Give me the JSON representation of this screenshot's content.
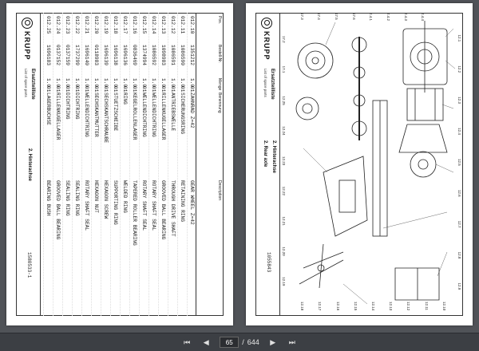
{
  "viewer": {
    "current_page": "65",
    "page_separator": "/",
    "total_pages": "644"
  },
  "left_sheet": {
    "header": {
      "pos_label": "Pos.",
      "part_label": "Bestell-Nr.",
      "qty_label": "Menge",
      "desc_label": "Benennung",
      "desc2_label": "Description"
    },
    "rows": [
      {
        "pos": "012.10",
        "part": "1351212",
        "qty": "1.0",
        "unit": "01",
        "desc": "ZAHNRAD Z=42",
        "desc2": "GEAR WHEEL Z=42"
      },
      {
        "pos": "012.11",
        "part": "1086590",
        "qty": "1.0",
        "unit": "01",
        "desc": "SICHERUNGSRING",
        "desc2": "RETAINING RING"
      },
      {
        "pos": "012.12",
        "part": "1086591",
        "qty": "1.0",
        "unit": "01",
        "desc": "ANTRIEBSWELLE",
        "desc2": "THROUGH DRIVE SHAFT"
      },
      {
        "pos": "012.13",
        "part": "1098983",
        "qty": "1.0",
        "unit": "01",
        "desc": "RILLENKUGELLAGER",
        "desc2": "GROOVED BALL BEARING"
      },
      {
        "pos": "012.14",
        "part": "1086592",
        "qty": "1.0",
        "unit": "01",
        "desc": "WELLENDICHTRING",
        "desc2": "ROTARY SHAFT SEAL"
      },
      {
        "pos": "012.15",
        "part": "1374994",
        "qty": "1.0",
        "unit": "01",
        "desc": "WELLENDICHTRING",
        "desc2": "ROTARY SHAFT SEAL"
      },
      {
        "pos": "012.16",
        "part": "0836469",
        "qty": "1.0",
        "unit": "01",
        "desc": "KEGELROLLENLAGER",
        "desc2": "TAPERED ROLLER BEARING"
      },
      {
        "pos": "012.17",
        "part": "1696136",
        "qty": "1.0",
        "unit": "01",
        "desc": "RING",
        "desc2": "WELDED RING"
      },
      {
        "pos": "012.18",
        "part": "1696138",
        "qty": "1.0",
        "unit": "01",
        "desc": "STUETZSCHEIBE",
        "desc2": "SUPPORTING RING"
      },
      {
        "pos": "012.19",
        "part": "1696139",
        "qty": "1.0",
        "unit": "01",
        "desc": "SECHSKANTSCHRAUBE",
        "desc2": "HEXAGON SCREW"
      },
      {
        "pos": "012.20",
        "part": "0118983",
        "qty": "1.0",
        "unit": "01",
        "desc": "SECHSKANTMUTTER",
        "desc2": "HEXAGON NUT"
      },
      {
        "pos": "012.21",
        "part": "1696140",
        "qty": "1.0",
        "unit": "01",
        "desc": "WELLENDICHTRING",
        "desc2": "ROTARY SHAFT SEAL"
      },
      {
        "pos": "012.22",
        "part": "1737299",
        "qty": "1.0",
        "unit": "01",
        "desc": "DICHTRING",
        "desc2": "SEALING RING"
      },
      {
        "pos": "012.23",
        "part": "0137159",
        "qty": "1.0",
        "unit": "01",
        "desc": "DICHTRING",
        "desc2": "SEALING RING"
      },
      {
        "pos": "012.24",
        "part": "0137152",
        "qty": "1.0",
        "unit": "01",
        "desc": "RILLENKUGELLAGER",
        "desc2": "GROOVED BALL BEARING"
      },
      {
        "pos": "012.25",
        "part": "1696183",
        "qty": "1.0",
        "unit": "01",
        "desc": "LAGERBUCHSE",
        "desc2": "BEARING BUSH"
      }
    ],
    "footer": {
      "logo_text": "KRUPP",
      "title": "Ersatzteilliste",
      "subtitle": "List of spare parts",
      "group": "2. Hinterachse",
      "code": "1580533-1"
    }
  },
  "right_sheet": {
    "callouts": [
      "12.1",
      "12.2",
      "12.3",
      "12.4",
      "12.5",
      "12.6",
      "12.7",
      "12.8",
      "12.9",
      "12.10",
      "12.11",
      "12.12",
      "12.13",
      "12.14",
      "12.15",
      "12.16",
      "12.17",
      "12.18",
      "12.19",
      "12.20",
      "12.21",
      "12.22",
      "12.23",
      "12.24",
      "12.25",
      "17.1",
      "17.2",
      "17.3",
      "17.4",
      "17.5",
      "17.6",
      "2.4.1",
      "2.4.2",
      "2.4.3",
      "2.4.4"
    ],
    "footer": {
      "logo_text": "KRUPP",
      "title": "Ersatzteilliste",
      "subtitle": "List of spare parts",
      "group": "2. Hinterachse",
      "group_en": "2. Rear axle",
      "code": "1055843"
    }
  }
}
